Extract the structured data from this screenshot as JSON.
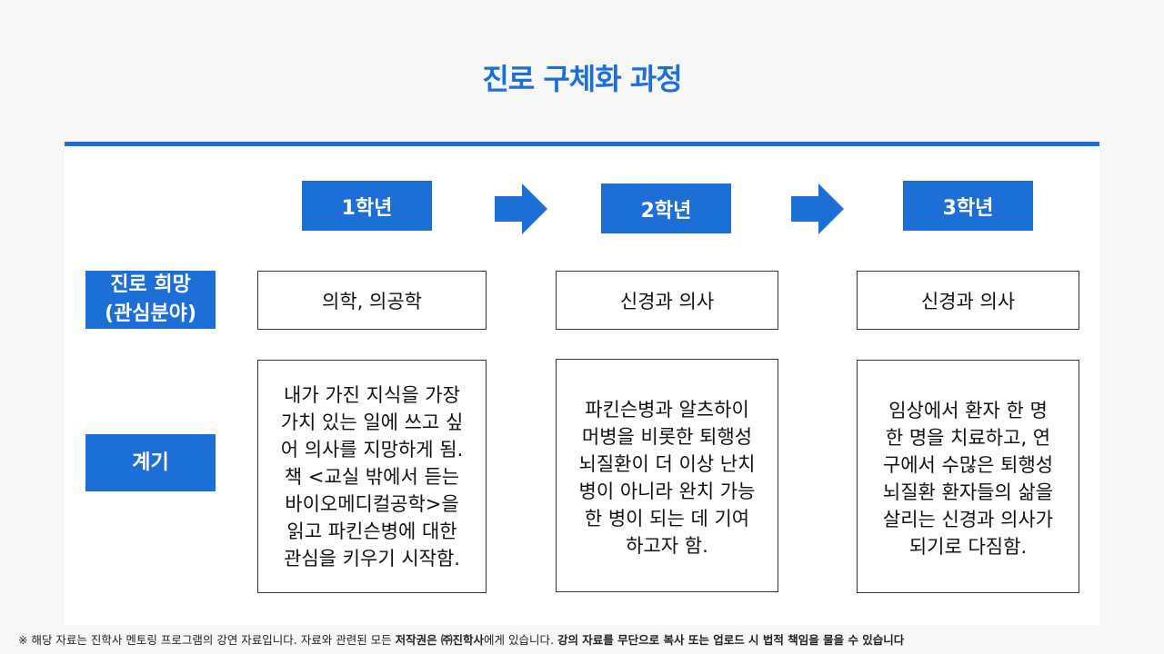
{
  "title": "진로 구체화 과정",
  "row_labels": {
    "hope_line1": "진로 희망",
    "hope_line2": "(관심분야)",
    "reason": "계기"
  },
  "grades": [
    {
      "label": "1학년",
      "hope": "의학, 의공학",
      "reason_lines": [
        "내가 가진 지식을 가장",
        "가치 있는 일에 쓰고 싶",
        "어 의사를 지망하게 됨.",
        "책 <교실 밖에서 듣는",
        "바이오메디컬공학>을",
        "읽고 파킨슨병에 대한",
        "관심을 키우기 시작함."
      ]
    },
    {
      "label": "2학년",
      "hope": "신경과 의사",
      "reason_lines": [
        "파킨슨병과 알츠하이",
        "머병을 비롯한 퇴행성",
        "뇌질환이 더 이상 난치",
        "병이 아니라 완치 가능",
        "한 병이 되는 데 기여",
        "하고자 함."
      ]
    },
    {
      "label": "3학년",
      "hope": "신경과 의사",
      "reason_lines": [
        "임상에서 환자 한 명",
        "한 명을 치료하고, 연",
        "구에서 수많은 퇴행성",
        "뇌질환 환자들의 삶을",
        "살리는 신경과 의사가",
        "되기로 다짐함."
      ]
    }
  ],
  "footer": {
    "part1": "※ 해당 자료는 진학사 멘토링 프로그램의 강연 자료입니다. 자료와 관련된 모든 ",
    "part2": "저작권은 ㈜진학사",
    "part3": "에게 있습니다. ",
    "part4": "강의 자료를 무단으로 복사 또는 업로드 시 법적 책임을 물을 수 있습니다"
  },
  "colors": {
    "accent": "#1c6fd6"
  }
}
